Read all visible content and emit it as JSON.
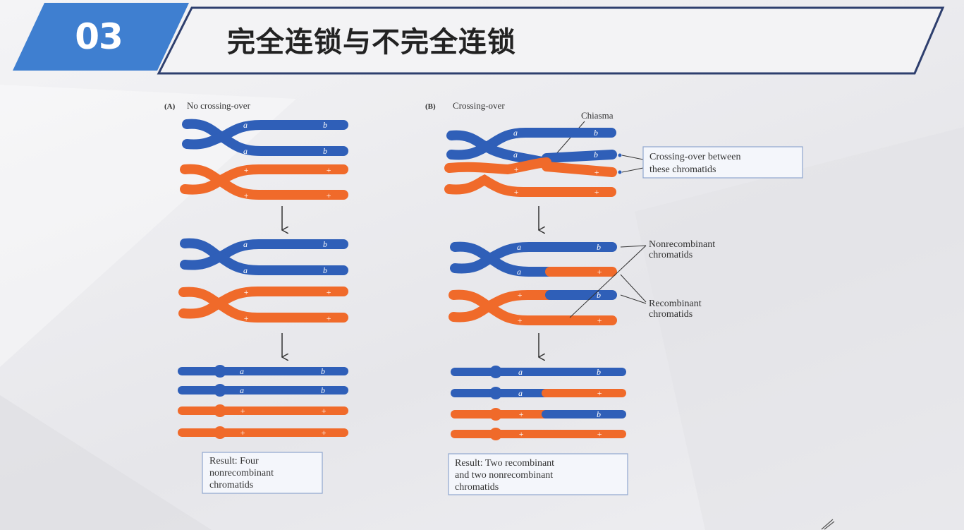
{
  "header": {
    "number": "03",
    "title": "完全连锁与不完全连锁"
  },
  "panel_a": {
    "label": "(A)",
    "title": "No crossing-over",
    "result": [
      "Result: Four",
      "nonrecombinant",
      "chromatids"
    ]
  },
  "panel_b": {
    "label": "(B)",
    "title": "Crossing-over",
    "chiasma": "Chiasma",
    "crossing_note": [
      "Crossing-over between",
      "these chromatids"
    ],
    "nonrecombinant": [
      "Nonrecombinant",
      "chromatids"
    ],
    "recombinant": [
      "Recombinant",
      "chromatids"
    ],
    "result": [
      "Result: Two recombinant",
      "and two nonrecombinant",
      "chromatids"
    ]
  },
  "alleles": {
    "a": "a",
    "b": "b",
    "plus": "+"
  },
  "colors": {
    "accent": "#3f7fd0",
    "blue_chromatid": "#2f5fb8",
    "orange_chromatid": "#f06a2a",
    "header_border": "#2e3f6e"
  }
}
